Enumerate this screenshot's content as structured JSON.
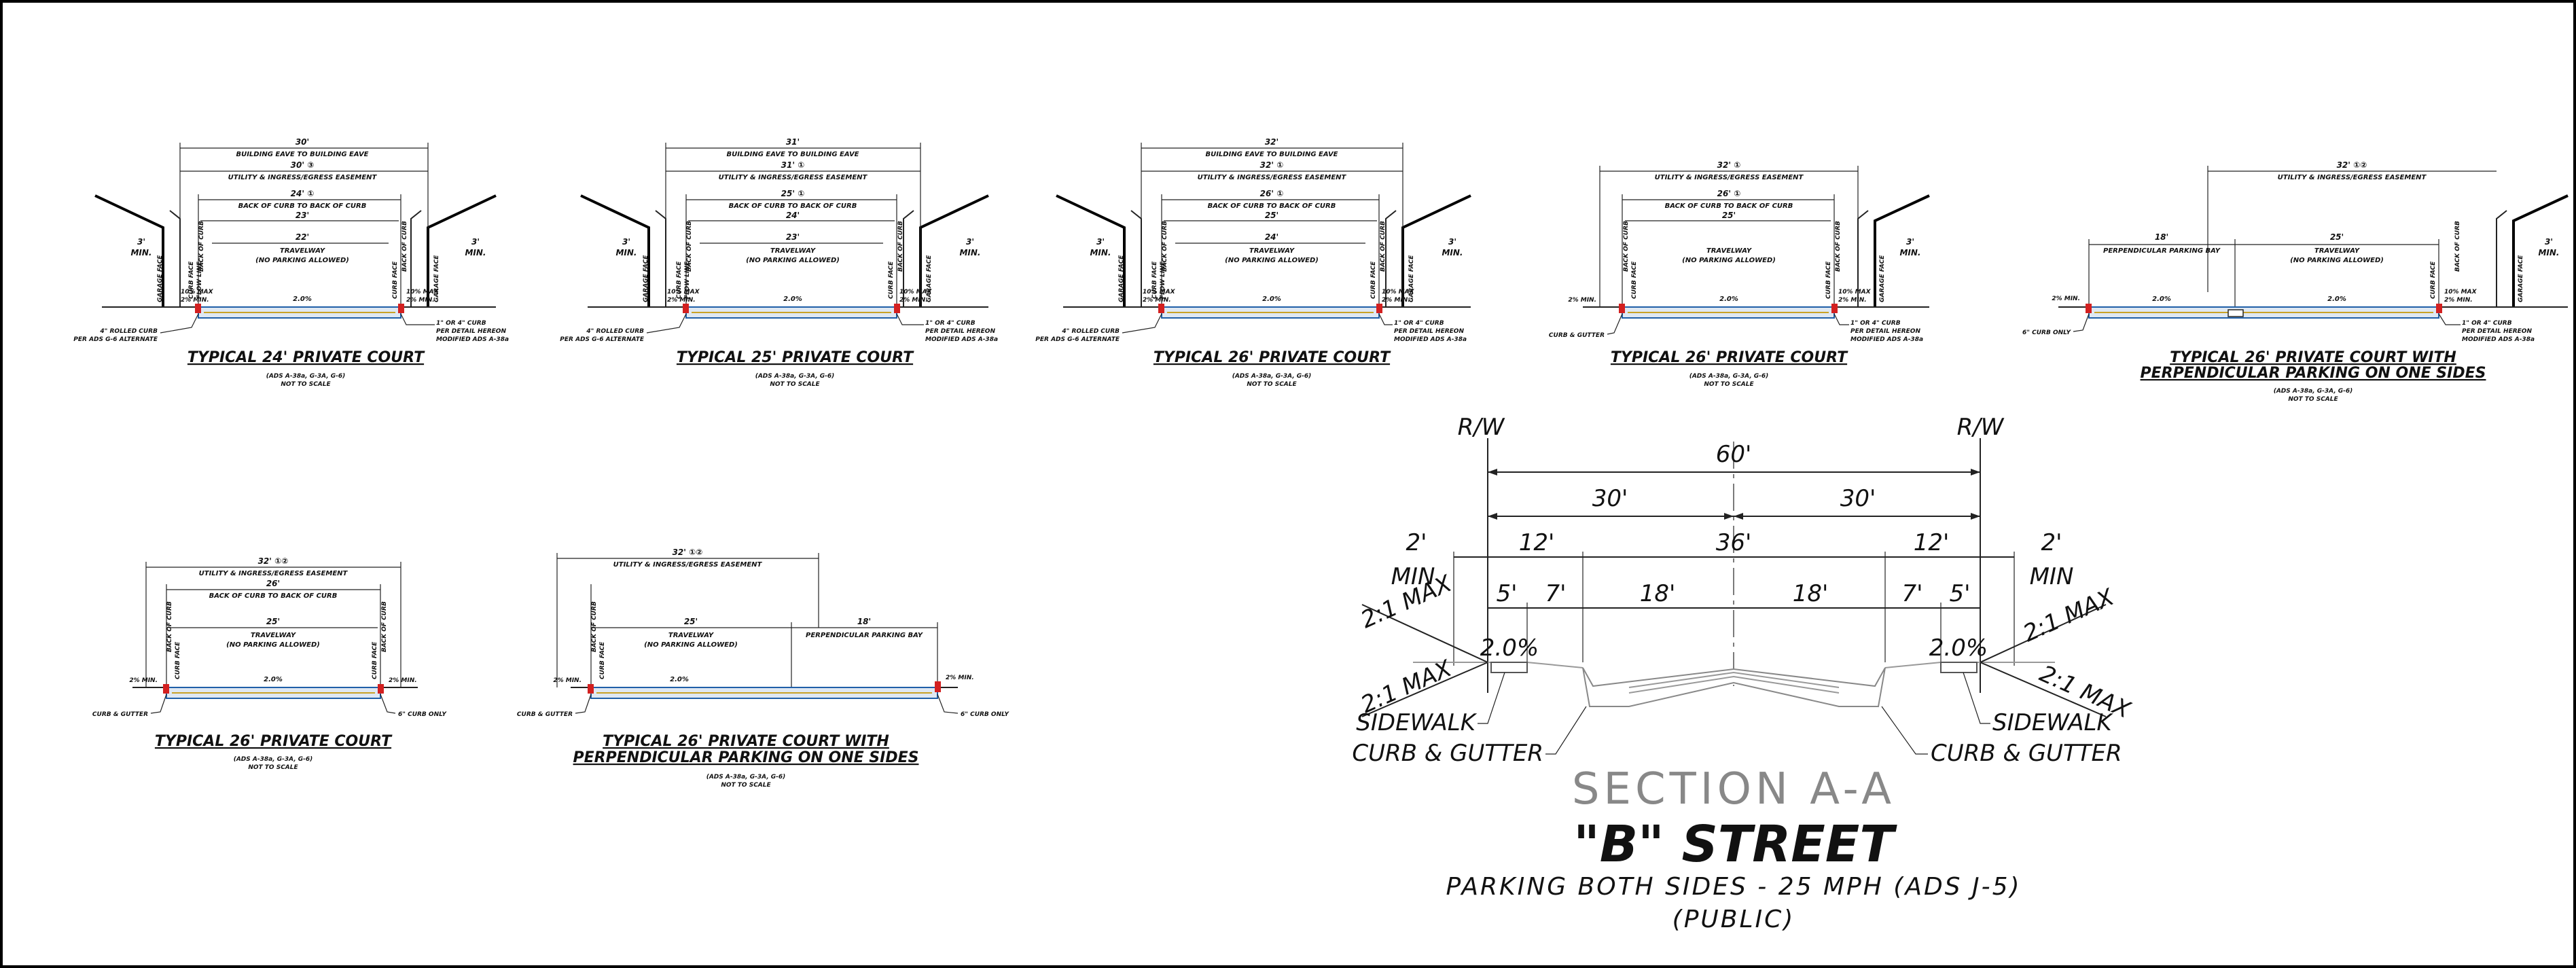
{
  "sections": [
    {
      "title": "TYPICAL 24' PRIVATE COURT",
      "title_line2": "",
      "refs": "(ADS A-38a, G-3A, G-6)",
      "scale": "NOT TO SCALE",
      "dims": [
        "30'",
        "BUILDING EAVE TO BUILDING EAVE",
        "30' ③",
        "UTILITY & INGRESS/EGRESS EASEMENT",
        "24' ①",
        "BACK OF CURB TO BACK OF CURB",
        "23'",
        "22'",
        "TRAVELWAY",
        "(NO PARKING ALLOWED)",
        "2.0%",
        "3'",
        "MIN.",
        "3'",
        "MIN."
      ],
      "labels": [
        "GARAGE FACE",
        "BACK OF CURB",
        "CURB FACE",
        "FLOW LINE",
        "10% MAX",
        "2% MIN.",
        "CURB FACE",
        "BACK OF CURB",
        "10% MAX",
        "2% MIN.",
        "GARAGE FACE"
      ],
      "callouts": [
        "4\" ROLLED CURB",
        "PER ADS G-6 ALTERNATE",
        "1\" OR 4\" CURB",
        "PER DETAIL HEREON",
        "MODIFIED ADS A-38a"
      ]
    },
    {
      "title": "TYPICAL 25' PRIVATE COURT",
      "title_line2": "",
      "refs": "(ADS A-38a, G-3A, G-6)",
      "scale": "NOT TO SCALE",
      "dims": [
        "31'",
        "BUILDING EAVE TO BUILDING EAVE",
        "31' ①",
        "UTILITY & INGRESS/EGRESS EASEMENT",
        "25' ①",
        "BACK OF CURB TO BACK OF CURB",
        "24'",
        "23'",
        "TRAVELWAY",
        "(NO PARKING ALLOWED)",
        "2.0%",
        "3'",
        "MIN.",
        "3'",
        "MIN."
      ],
      "labels": [
        "GARAGE FACE",
        "BACK OF CURB",
        "CURB FACE",
        "FLOW LINE",
        "10% MAX",
        "2% MIN.",
        "CURB FACE",
        "BACK OF CURB",
        "10% MAX",
        "2% MIN.",
        "GARAGE FACE"
      ],
      "callouts": [
        "4\" ROLLED CURB",
        "PER ADS G-6 ALTERNATE",
        "1\" OR 4\" CURB",
        "PER DETAIL HEREON",
        "MODIFIED ADS A-38a"
      ]
    },
    {
      "title": "TYPICAL 26' PRIVATE COURT",
      "title_line2": "",
      "refs": "(ADS A-38a, G-3A, G-6)",
      "scale": "NOT TO SCALE",
      "dims": [
        "32'",
        "BUILDING EAVE TO BUILDING EAVE",
        "32' ①",
        "UTILITY & INGRESS/EGRESS EASEMENT",
        "26' ①",
        "BACK OF CURB TO BACK OF CURB",
        "25'",
        "24'",
        "TRAVELWAY",
        "(NO PARKING ALLOWED)",
        "2.0%",
        "3'",
        "MIN.",
        "3'",
        "MIN."
      ],
      "labels": [
        "GARAGE FACE",
        "BACK OF CURB",
        "CURB FACE",
        "FLOW LINE",
        "10% MAX",
        "2% MIN.",
        "CURB FACE",
        "BACK OF CURB",
        "10% MAX",
        "2% MIN.",
        "GARAGE FACE"
      ],
      "callouts": [
        "4\" ROLLED CURB",
        "PER ADS G-6 ALTERNATE",
        "1\" OR 4\" CURB",
        "PER DETAIL HEREON",
        "MODIFIED ADS A-38a"
      ]
    },
    {
      "title": "TYPICAL 26' PRIVATE COURT",
      "title_line2": "",
      "refs": "(ADS A-38a, G-3A, G-6)",
      "scale": "NOT TO SCALE",
      "dims": [
        "32' ①",
        "UTILITY & INGRESS/EGRESS EASEMENT",
        "26' ①",
        "BACK OF CURB TO BACK OF CURB",
        "25'",
        "TRAVELWAY",
        "(NO PARKING ALLOWED)",
        "2.0%",
        "3'",
        "MIN."
      ],
      "labels": [
        "BACK OF CURB",
        "CURB FACE",
        "2% MIN.",
        "CURB FACE",
        "BACK OF CURB",
        "10% MAX",
        "2% MIN.",
        "GARAGE FACE"
      ],
      "callouts": [
        "CURB & GUTTER",
        "1\" OR 4\" CURB",
        "PER DETAIL HEREON",
        "MODIFIED ADS A-38a"
      ]
    },
    {
      "title": "TYPICAL 26' PRIVATE COURT WITH",
      "title_line2": "PERPENDICULAR PARKING ON ONE SIDES",
      "refs": "(ADS A-38a, G-3A, G-6)",
      "scale": "NOT TO SCALE",
      "dims": [
        "32' ①②",
        "UTILITY & INGRESS/EGRESS EASEMENT",
        "18'",
        "PERPENDICULAR PARKING BAY",
        "25'",
        "TRAVELWAY",
        "(NO PARKING ALLOWED)",
        "2.0%",
        "2.0%",
        "3'",
        "MIN."
      ],
      "labels": [
        "2% MIN.",
        "CURB FACE",
        "BACK OF CURB",
        "10% MAX",
        "2% MIN.",
        "GARAGE FACE"
      ],
      "callouts": [
        "6\" CURB ONLY",
        "1\" OR 4\" CURB",
        "PER DETAIL HEREON",
        "MODIFIED ADS A-38a"
      ]
    },
    {
      "title": "TYPICAL 26' PRIVATE COURT",
      "title_line2": "",
      "refs": "(ADS A-38a, G-3A, G-6)",
      "scale": "NOT TO SCALE",
      "dims": [
        "32' ①②",
        "UTILITY & INGRESS/EGRESS EASEMENT",
        "26'",
        "BACK OF CURB TO BACK OF CURB",
        "25'",
        "TRAVELWAY",
        "(NO PARKING ALLOWED)",
        "2.0%"
      ],
      "labels": [
        "BACK OF CURB",
        "CURB FACE",
        "2% MIN.",
        "CURB FACE",
        "BACK OF CURB",
        "2% MIN."
      ],
      "callouts": [
        "CURB & GUTTER",
        "6\" CURB ONLY"
      ]
    },
    {
      "title": "TYPICAL 26' PRIVATE COURT WITH",
      "title_line2": "PERPENDICULAR PARKING ON ONE SIDES",
      "refs": "(ADS A-38a, G-3A, G-6)",
      "scale": "NOT TO SCALE",
      "dims": [
        "32' ①②",
        "UTILITY & INGRESS/EGRESS EASEMENT",
        "25'",
        "TRAVELWAY",
        "(NO PARKING ALLOWED)",
        "18'",
        "PERPENDICULAR PARKING BAY",
        "2.0%"
      ],
      "labels": [
        "BACK OF CURB",
        "CURB FACE",
        "2% MIN.",
        "2% MIN."
      ],
      "callouts": [
        "CURB & GUTTER",
        "6\" CURB ONLY"
      ]
    }
  ],
  "section_aa": {
    "rw_left": "R/W",
    "rw_right": "R/W",
    "total": "60'",
    "halves": [
      "30'",
      "30'"
    ],
    "row3": [
      "2'",
      "12'",
      "36'",
      "12'",
      "2'"
    ],
    "min_left": "MIN",
    "min_right": "MIN",
    "row4": [
      "5'",
      "7'",
      "18'",
      "18'",
      "7'",
      "5'"
    ],
    "slope_left": "2.0%",
    "slope_right": "2.0%",
    "max_labels": [
      "2:1 MAX",
      "2:1 MAX",
      "2:1 MAX",
      "2:1 MAX"
    ],
    "sidewalk_left": "SIDEWALK",
    "sidewalk_right": "SIDEWALK",
    "curb_left": "CURB & GUTTER",
    "curb_right": "CURB & GUTTER",
    "section_title": "SECTION A-A",
    "street_name": "\"B\" STREET",
    "parking_note": "PARKING BOTH SIDES - 25 MPH (ADS J-5)",
    "public_note": "(PUBLIC)"
  }
}
